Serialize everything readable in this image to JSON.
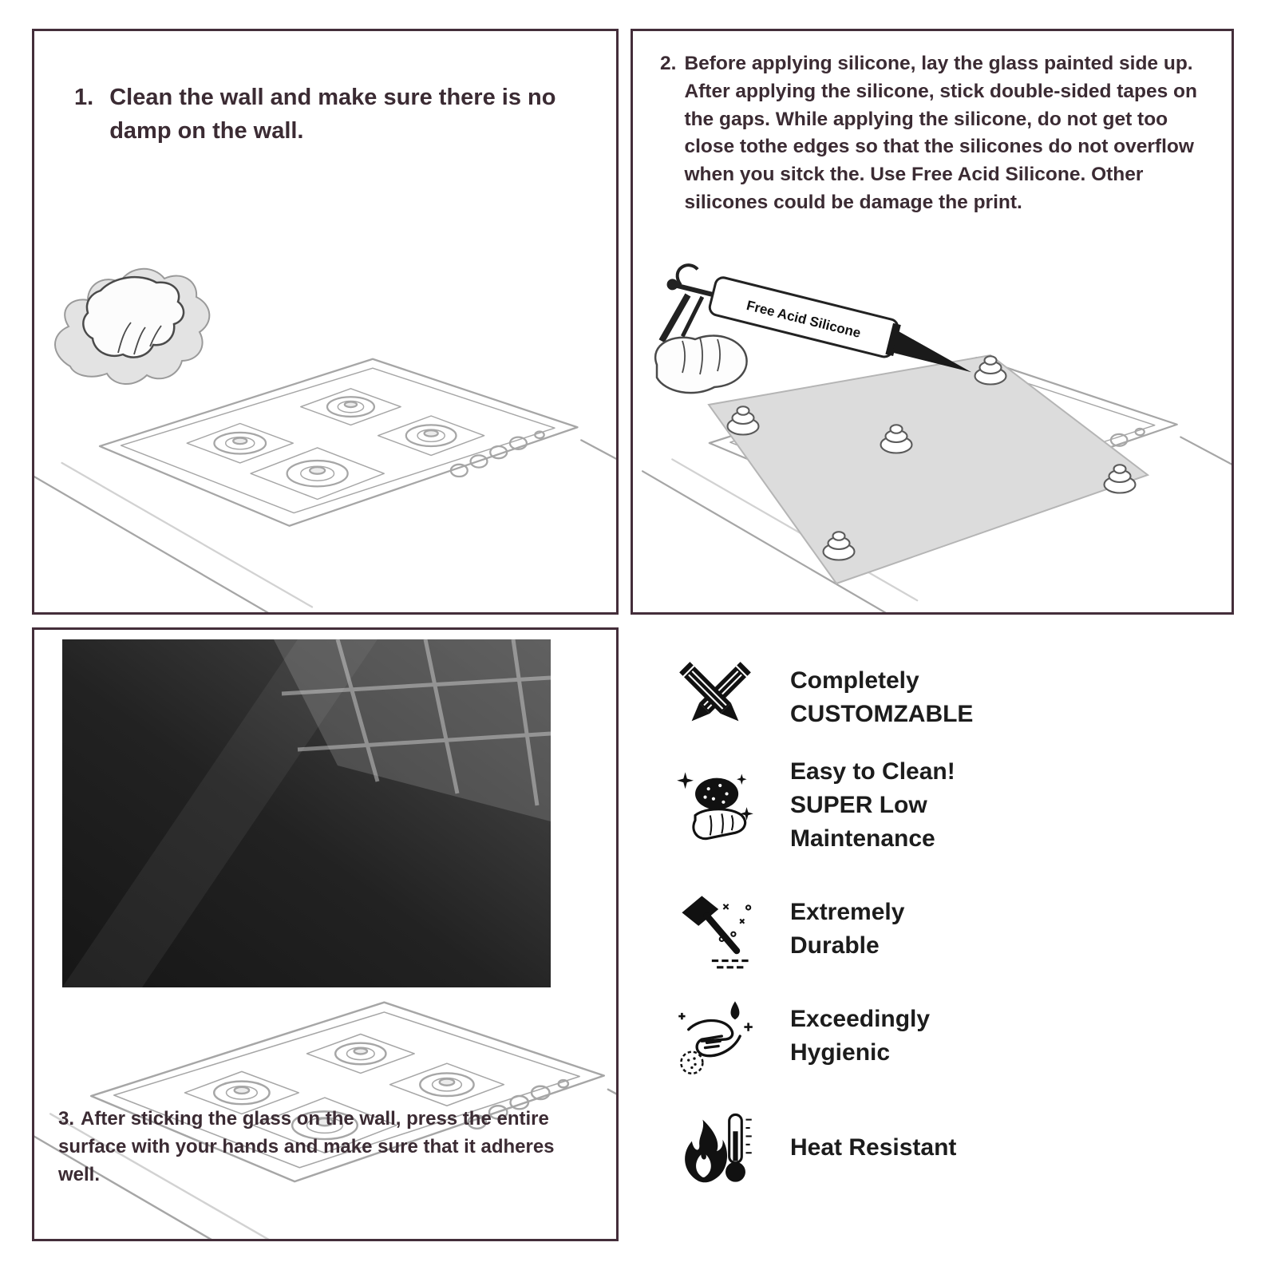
{
  "steps": {
    "step1": {
      "number": "1.",
      "text": "Clean the wall and make sure there is no damp on the wall."
    },
    "step2": {
      "number": "2.",
      "text": "Before applying silicone, lay the glass painted side up. After applying the silicone, stick double-sided tapes on the gaps. While applying the silicone, do not get too close tothe edges so that the silicones do not overflow when you sitck the. Use Free Acid Silicone. Other silicones could be damage the print."
    },
    "step3": {
      "number": "3.",
      "text": "After sticking the glass on the wall, press the entire surface with your hands and make sure that it adheres well."
    }
  },
  "illustrations": {
    "silicone_label": "Free Acid Silicone"
  },
  "features": [
    {
      "name": "customizable",
      "text": "Completely\nCUSTOMZABLE"
    },
    {
      "name": "easy-clean",
      "text": "Easy to Clean!\nSUPER Low\nMaintenance"
    },
    {
      "name": "durable",
      "text": "Extremely\nDurable"
    },
    {
      "name": "hygienic",
      "text": "Exceedingly\nHygienic"
    },
    {
      "name": "heat-resistant",
      "text": "Heat Resistant"
    }
  ],
  "colors": {
    "border": "#442e3a",
    "step_text": "#3b2b33",
    "feature_text": "#1c1c1c",
    "glass_gray": "#dcdcdc"
  }
}
